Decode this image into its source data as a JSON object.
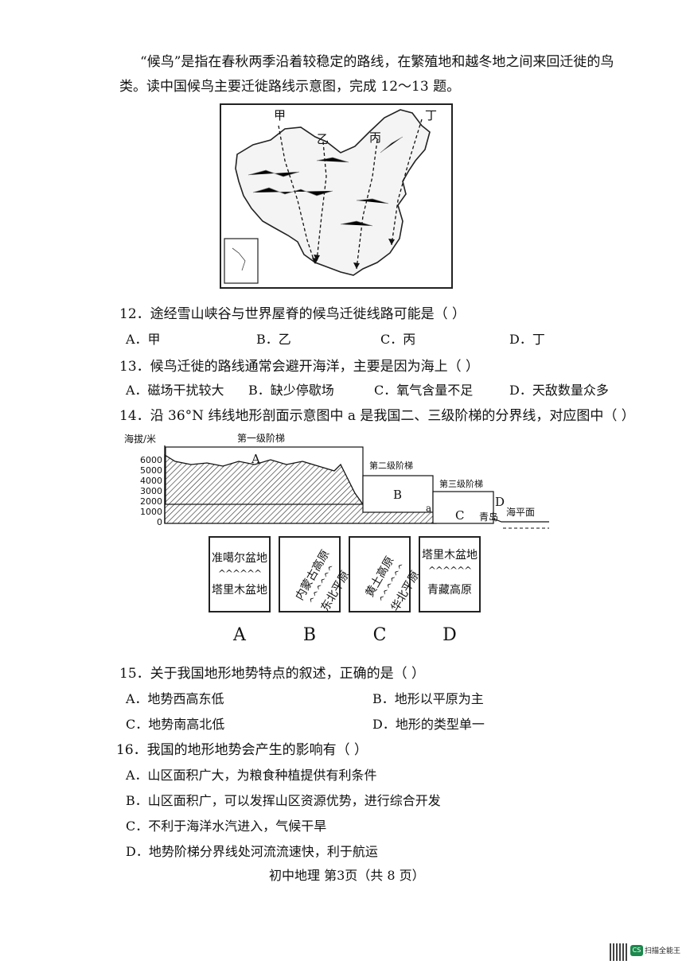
{
  "intro": {
    "line1": "“候鸟”是指在春秋两季沿着较稳定的路线，在繁殖地和越冬地之间来回迁徙的鸟",
    "line2": "类。读中国候鸟主要迁徙路线示意图，完成 12～13 题。"
  },
  "map": {
    "labels": [
      "甲",
      "乙",
      "丙",
      "丁"
    ]
  },
  "q12": {
    "stem": "12．途经雪山峡谷与世界屋脊的候鸟迁徙线路可能是（    ）",
    "options": [
      "A．甲",
      "B．乙",
      "C．丙",
      "D．丁"
    ]
  },
  "q13": {
    "stem": "13．候鸟迁徙的路线通常会避开海洋，主要是因为海上（    ）",
    "options": [
      "A．磁场干扰较大",
      "B．缺少停歇场",
      "C．氧气含量不足",
      "D．天敌数量众多"
    ]
  },
  "q14": {
    "stem": "14．沿 36°N 纬线地形剖面示意图中 a 是我国二、三级阶梯的分界线，对应图中（    ）"
  },
  "profile": {
    "y_axis_label": "海拔/米",
    "ticks": [
      "6000",
      "5000",
      "4000",
      "3000",
      "2000",
      "1000",
      "0"
    ],
    "step1": "第一级阶梯",
    "step2": "第二级阶梯",
    "step3": "第三级阶梯",
    "A": "A",
    "B": "B",
    "C": "C",
    "D": "D",
    "a": "a",
    "qingdao": "青岛",
    "sea_level": "海平面"
  },
  "choices": [
    {
      "letter": "A",
      "top": "准噶尔盆地",
      "bottom": "塔里木盆地"
    },
    {
      "letter": "B",
      "top": "内蒙古高原",
      "bottom": "东北平原"
    },
    {
      "letter": "C",
      "top": "黄土高原",
      "bottom": "华北平原"
    },
    {
      "letter": "D",
      "top": "塔里木盆地",
      "bottom": "青藏高原"
    }
  ],
  "wave_glyph": "^^^^^^",
  "q15": {
    "stem": "15．关于我国地形地势特点的叙述，正确的是（    ）",
    "options": [
      "A．地势西高东低",
      "B．地形以平原为主",
      "C．地势南高北低",
      "D．地形的类型单一"
    ]
  },
  "q16": {
    "stem": "16．我国的地形地势会产生的影响有（    ）",
    "options": [
      "A．山区面积广大，为粮食种植提供有利条件",
      "B．山区面积广，可以发挥山区资源优势，进行综合开发",
      "C．不利于海洋水汽进入，气候干旱",
      "D．地势阶梯分界线处河流流速快，利于航运"
    ]
  },
  "footer": "初中地理  第3页（共 8 页）",
  "scanner": {
    "badge": "CS",
    "name": "扫描全能王"
  }
}
